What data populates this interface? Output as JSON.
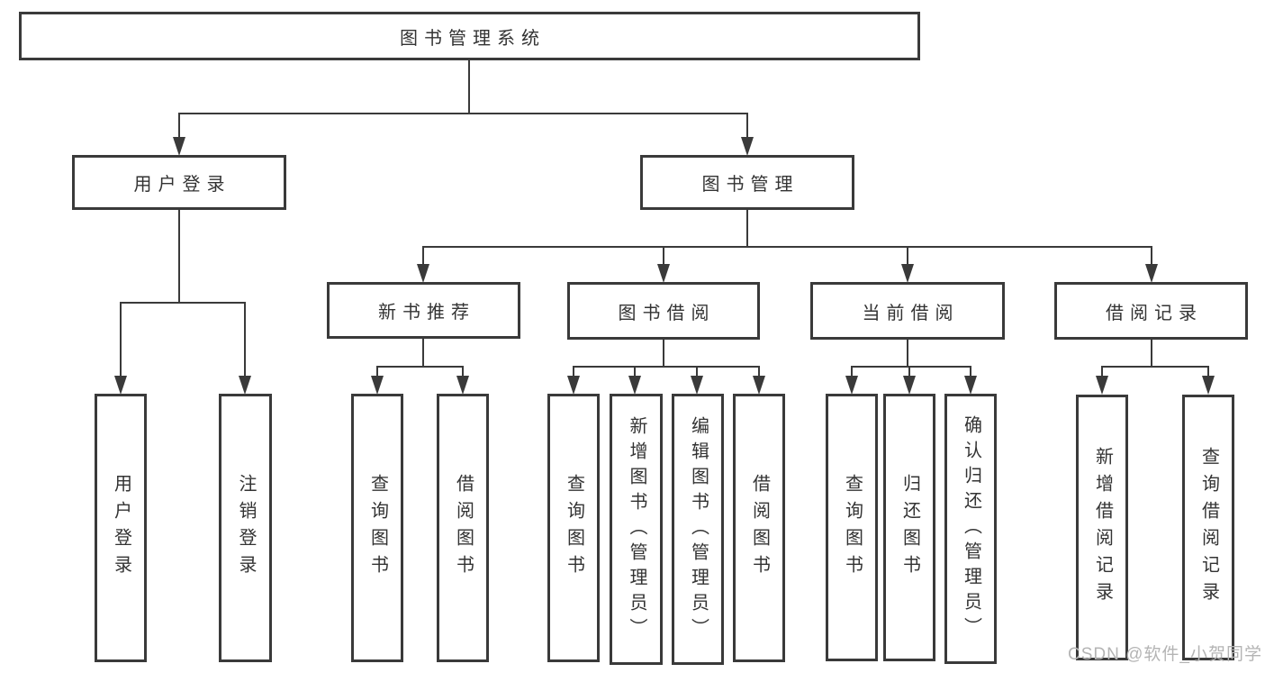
{
  "diagram": {
    "type": "tree",
    "root": {
      "label": "图书管理系统"
    },
    "level2": [
      {
        "label": "用户登录",
        "parent": "图书管理系统"
      },
      {
        "label": "图书管理",
        "parent": "图书管理系统"
      }
    ],
    "level3": [
      {
        "label": "新书推荐",
        "parent": "图书管理"
      },
      {
        "label": "图书借阅",
        "parent": "图书管理"
      },
      {
        "label": "当前借阅",
        "parent": "图书管理"
      },
      {
        "label": "借阅记录",
        "parent": "图书管理"
      }
    ],
    "leaves": [
      {
        "label": "用户登录",
        "parent": "用户登录"
      },
      {
        "label": "注销登录",
        "parent": "用户登录"
      },
      {
        "label": "查询图书",
        "parent": "新书推荐"
      },
      {
        "label": "借阅图书",
        "parent": "新书推荐"
      },
      {
        "label": "查询图书",
        "parent": "图书借阅"
      },
      {
        "label": "新增图书（管理员）",
        "parent": "图书借阅"
      },
      {
        "label": "编辑图书（管理员）",
        "parent": "图书借阅"
      },
      {
        "label": "借阅图书",
        "parent": "图书借阅"
      },
      {
        "label": "查询图书",
        "parent": "当前借阅"
      },
      {
        "label": "归还图书",
        "parent": "当前借阅"
      },
      {
        "label": "确认归还（管理员）",
        "parent": "当前借阅"
      },
      {
        "label": "新增借阅记录",
        "parent": "借阅记录"
      },
      {
        "label": "查询借阅记录",
        "parent": "借阅记录"
      }
    ]
  },
  "watermark": {
    "text": "CSDN @软件_小贺同学",
    "color": "#b4b4b4"
  },
  "colors": {
    "line": "#3a3a3a",
    "text": "#333333",
    "background": "#ffffff"
  }
}
